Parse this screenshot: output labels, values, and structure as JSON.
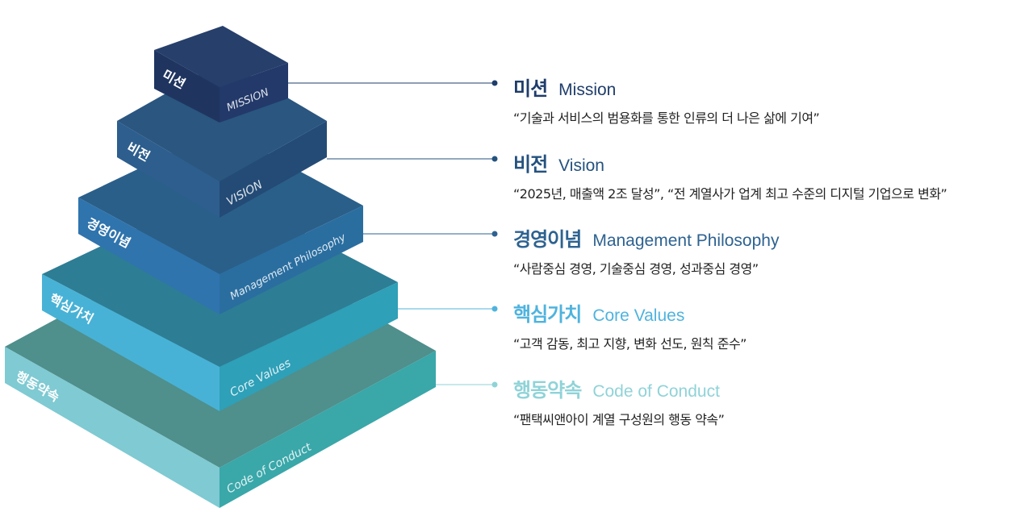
{
  "layers": [
    {
      "ko": "미션",
      "en": "Mission",
      "face_en": "MISSION",
      "desc": "“기술과 서비스의 범용화를 통한 인류의 더 나은 삶에 기여”",
      "color": "#1f3d6b"
    },
    {
      "ko": "비전",
      "en": "Vision",
      "face_en": "VISION",
      "desc": "“2025년, 매출액 2조 달성”, “전 계열사가 업계 최고 수준의 디지털 기업으로 변화”",
      "color": "#24527f"
    },
    {
      "ko": "경영이념",
      "en": "Management Philosophy",
      "face_en": "Management Philosophy",
      "desc": "“사람중심 경영, 기술중심 경영, 성과중심 경영”",
      "color": "#2d6290"
    },
    {
      "ko": "핵심가치",
      "en": "Core Values",
      "face_en": "Core Values",
      "desc": "“고객 감동, 최고 지향, 변화 선도, 원칙 준수”",
      "color": "#4fb3de"
    },
    {
      "ko": "행동약속",
      "en": "Code of Conduct",
      "face_en": "Code of Conduct",
      "desc": "“팬택씨앤아이 계열 구성원의 행동 약속”",
      "color": "#8fd3d8"
    }
  ]
}
